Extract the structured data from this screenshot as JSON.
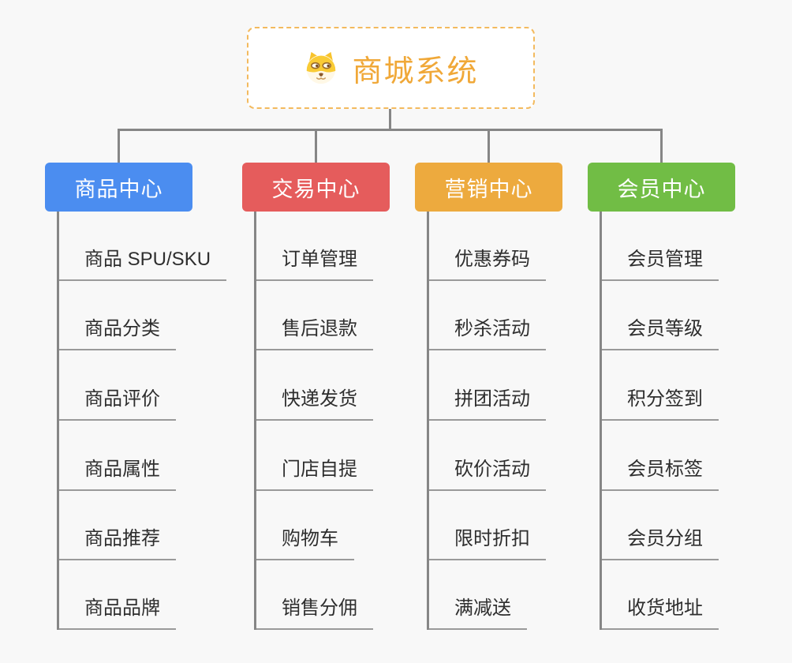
{
  "canvas": {
    "background": "#F8F8F8",
    "connector_color": "#868686",
    "underline_color": "#9A9A9A"
  },
  "root": {
    "title": "商城系统",
    "icon": "shiba-dog-icon",
    "text_color": "#F0A838",
    "border_color": "#F3BA5E"
  },
  "branches": [
    {
      "label": "商品中心",
      "color": "#4B8DF0",
      "items": [
        "商品 SPU/SKU",
        "商品分类",
        "商品评价",
        "商品属性",
        "商品推荐",
        "商品品牌"
      ]
    },
    {
      "label": "交易中心",
      "color": "#E55C5C",
      "items": [
        "订单管理",
        "售后退款",
        "快递发货",
        "门店自提",
        "购物车",
        "销售分佣"
      ]
    },
    {
      "label": "营销中心",
      "color": "#EDAA3E",
      "items": [
        "优惠券码",
        "秒杀活动",
        "拼团活动",
        "砍价活动",
        "限时折扣",
        "满减送"
      ]
    },
    {
      "label": "会员中心",
      "color": "#71BD45",
      "items": [
        "会员管理",
        "会员等级",
        "积分签到",
        "会员标签",
        "会员分组",
        "收货地址"
      ]
    }
  ]
}
